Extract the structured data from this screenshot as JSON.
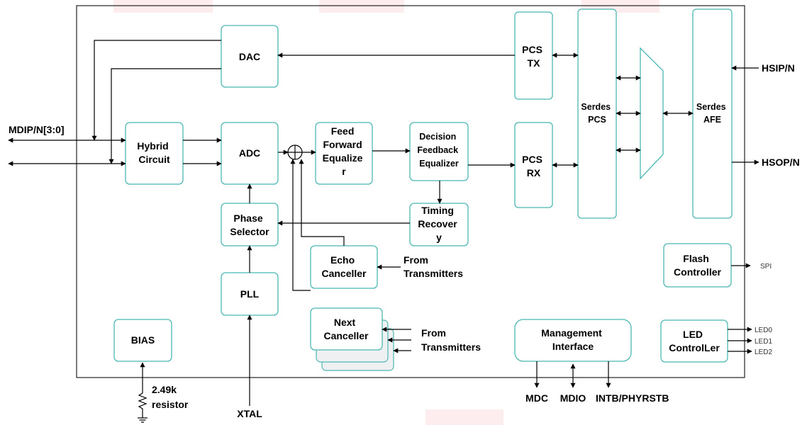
{
  "blocks": {
    "dac": [
      "DAC"
    ],
    "hybrid": [
      "Hybrid",
      "Circuit"
    ],
    "adc": [
      "ADC"
    ],
    "ffe": [
      "Feed",
      "Forward",
      "Equalize",
      "r"
    ],
    "dfe": [
      "Decision",
      "Feedback",
      "Equalizer"
    ],
    "timing": [
      "Timing",
      "Recover",
      "y"
    ],
    "phase": [
      "Phase",
      "Selector"
    ],
    "echo": [
      "Echo",
      "Canceller"
    ],
    "pll": [
      "PLL"
    ],
    "next": [
      "Next",
      "Canceller"
    ],
    "bias": [
      "BIAS"
    ],
    "pcs_tx": [
      "PCS",
      "TX"
    ],
    "pcs_rx": [
      "PCS",
      "RX"
    ],
    "serdes_pcs": [
      "Serdes",
      "PCS"
    ],
    "serdes_afe": [
      "Serdes",
      "AFE"
    ],
    "flash": [
      "Flash",
      "Controller"
    ],
    "mgmt": [
      "Management",
      "Interface"
    ],
    "led": [
      "LED",
      "ControlLer"
    ]
  },
  "labels": {
    "mdip": "MDIP/N[3:0]",
    "hsip": "HSIP/N",
    "hsop": "HSOP/N",
    "spi": "SPI",
    "led0": "LED0",
    "led1": "LED1",
    "led2": "LED2",
    "from_tx_echo": [
      "From",
      "Transmitters"
    ],
    "from_tx_next": [
      "From",
      "Transmitters"
    ],
    "resistor": [
      "2.49k",
      "resistor"
    ],
    "xtal": "XTAL",
    "mdc": "MDC",
    "mdio": "MDIO",
    "intb": "INTB/PHYRSTB"
  },
  "colors": {
    "block_border": "#4bb8b4",
    "line": "#000000",
    "watermark": "#e2001a"
  }
}
